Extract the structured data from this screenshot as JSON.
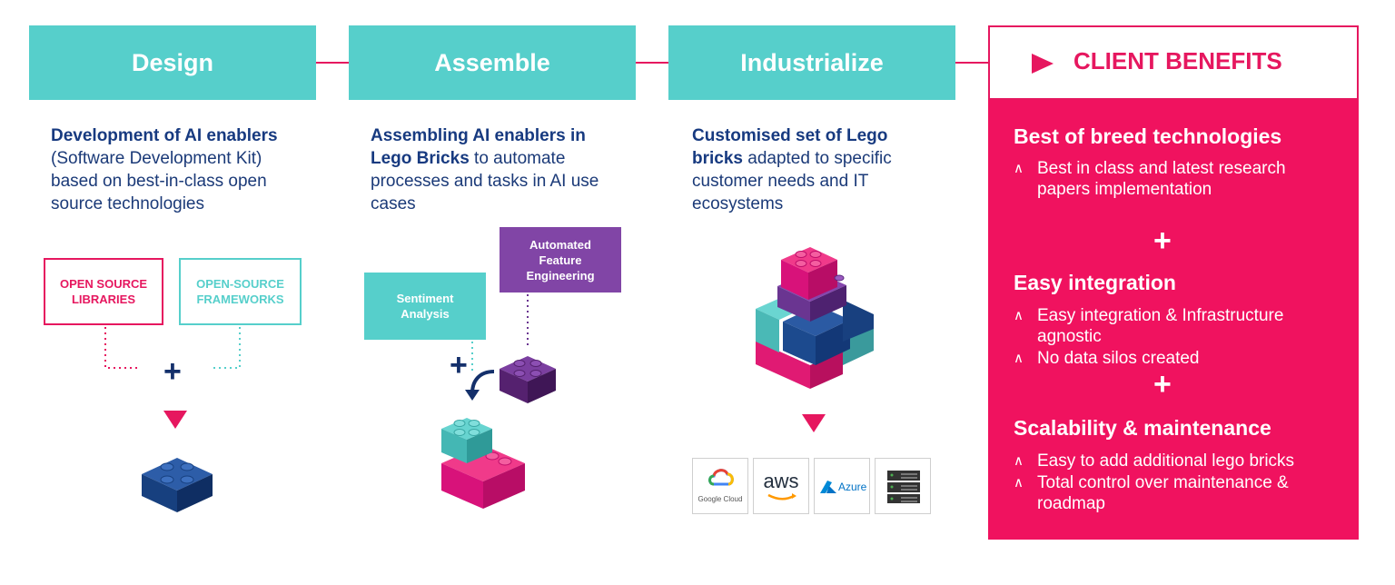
{
  "stages": {
    "design": {
      "label": "Design",
      "desc_bold": "Development of AI enablers",
      "desc_rest": "(Software Development Kit) based on best-in-class open source technologies",
      "box1": [
        "OPEN SOURCE",
        "LIBRARIES"
      ],
      "box2": [
        "OPEN-SOURCE",
        "FRAMEWORKS"
      ]
    },
    "assemble": {
      "label": "Assemble",
      "desc_bold1": "Assembling AI enablers in",
      "desc_bold2": "Lego Bricks",
      "desc_rest": " to automate processes and tasks in AI use cases",
      "box_sentiment": [
        "Sentiment",
        "Analysis"
      ],
      "box_feature": [
        "Automated",
        "Feature",
        "Engineering"
      ]
    },
    "industrialize": {
      "label": "Industrialize",
      "desc_bold1": "Customised set of Lego",
      "desc_bold2": "bricks",
      "desc_rest": " adapted to specific customer needs and IT ecosystems",
      "clouds": {
        "google_label": "Google Cloud",
        "aws_label": "aws",
        "azure_label": "Azure"
      }
    }
  },
  "benefits": {
    "title": "CLIENT BENEFITS",
    "sections": [
      {
        "title": "Best of breed technologies",
        "items": [
          "Best in class and latest research papers implementation"
        ]
      },
      {
        "title": "Easy integration",
        "items": [
          "Easy integration & Infrastructure agnostic",
          "No data silos created"
        ]
      },
      {
        "title": "Scalability & maintenance",
        "items": [
          "Easy to add additional lego bricks",
          "Total control over maintenance & roadmap"
        ]
      }
    ],
    "caret": "∧",
    "plus": "+"
  },
  "colors": {
    "teal": "#56cfcb",
    "pink": "#e6175f",
    "navy": "#1c4a8e",
    "purple": "#6a3591"
  }
}
